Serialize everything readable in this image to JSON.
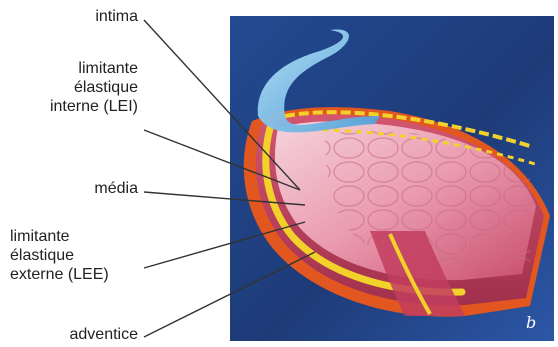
{
  "labels": {
    "intima": "intima",
    "lei": [
      "limitante",
      "élastique",
      "interne (LEI)"
    ],
    "media": "média",
    "lee": [
      "limitante",
      "élastique",
      "externe (LEE)"
    ],
    "adventice": "adventice"
  },
  "signature": "b",
  "colors": {
    "background_dark": "#1e3b78",
    "background_light": "#3e6bb8",
    "tissue": "#e8889a",
    "tissue_dark": "#b8405e",
    "tissue_light": "#f3c4d0",
    "elastic_yellow": "#f2d22a",
    "adventitia_orange": "#e85a22",
    "intima_blue": "#7fc7ef",
    "line": "#333333"
  }
}
